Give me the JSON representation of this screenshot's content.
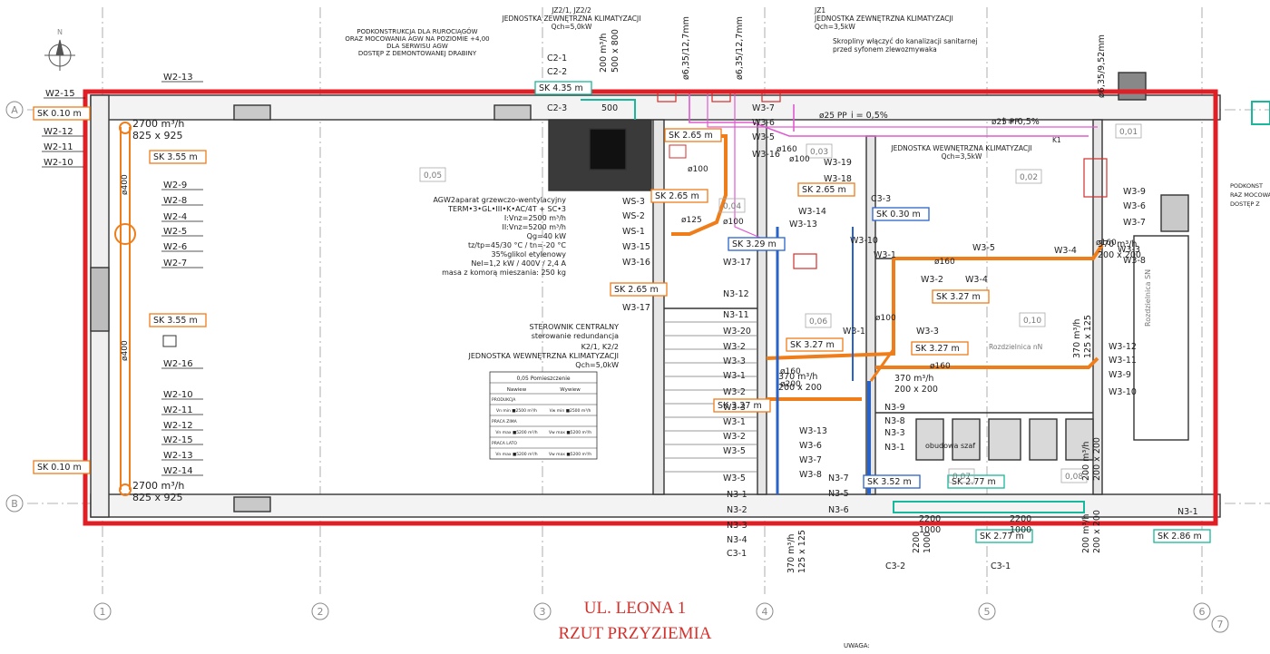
{
  "colors": {
    "ink": "#1d1d1d",
    "grey": "#8a8a8a",
    "orange": "#ef7d1a",
    "teal": "#19b79c",
    "blue": "#2a63c8",
    "magenta": "#e05ad1",
    "red": "#d0312d",
    "frame": "#e01e26"
  },
  "title_street": "UL. LEONA 1",
  "title_plan": "RZUT PRZYZIEMIA",
  "remark": "UWAGA:",
  "north": "N",
  "axes": {
    "rows": [
      "A",
      "B"
    ],
    "cols": [
      "1",
      "2",
      "3",
      "4",
      "5",
      "6",
      "7"
    ]
  },
  "top_notes": {
    "support": [
      "PODKONSTRUKCJA DLA RUROCIĄGÓW",
      "ORAZ MOCOWANIA AGW NA POZIOMIE +4,00",
      "DLA SERWISU AGW",
      "DOSTĘP Z DEMONTOWANEJ DRABINY"
    ],
    "jz22": [
      "JZ2/1, JZ2/2",
      "JEDNOSTKA ZEWNĘTRZNA KLIMATYZACJI",
      "Qch=5,0kW"
    ],
    "jz1": [
      "JZ1",
      "JEDNOSTKA ZEWNĘTRZNA KLIMATYZACJI",
      "Qch=3,5kW"
    ],
    "condensate": [
      "Skropliny włączyć do kanalizacji sanitarnej",
      "przed syfonem zlewozmywaka"
    ],
    "unit_k1": [
      "K1",
      "JEDNOSTKA WEWNĘTRZNA KLIMATYZACJI",
      "Qch=3,5kW"
    ],
    "right_cut": [
      "PODKONST",
      "RAZ MOCOWAN",
      "DOSTĘP Z"
    ],
    "agw": [
      "AGW2aparat grzewczo-wentylacyjny",
      "TERM•3•GL•III•K•AC/4T + SC•3",
      "I:Vnz=2500 m³/h",
      "II:Vnz=5200 m³/h",
      "Qg=40 kW",
      "tz/tp=45/30 °C / tn=-20 °C",
      "35%glikol etylenowy",
      "Nel=1,2 kW / 400V / 2,4 A",
      "masa z komorą mieszania: 250 kg"
    ],
    "controller": [
      "STEROWNIK CENTRALNY",
      "sterowanie redundancja"
    ],
    "unit_k2": [
      "K2/1, K2/2",
      "JEDNOSTKA WEWNĘTRZNA KLIMATYZACJI",
      "Qch=5,0kW"
    ],
    "obudowa": "obudowa szaf",
    "rozdzielnica1": "Rozdzielnica SN",
    "rozdzielnica2": "Rozdzielnica nN"
  },
  "room_labels": [
    "0,05",
    "0,04",
    "0,03",
    "0,02",
    "0,01",
    "0,06",
    "0,10",
    "0,07",
    "0,08"
  ],
  "left_labels": [
    "W2-15",
    "W2-12",
    "W2-11",
    "W2-10",
    "W2-9",
    "W2-8",
    "W2-4",
    "W2-5",
    "W2-6",
    "W2-7",
    "W2-13",
    "W2-16",
    "W2-10",
    "W2-11",
    "W2-12",
    "W2-15",
    "W2-13",
    "W2-14"
  ],
  "sk_tags": [
    "SK 0.10 m",
    "SK 3.55 m",
    "SK 3.55 m",
    "SK 0.10 m",
    "SK 4.35 m",
    "SK 2.65 m",
    "SK 2.65 m",
    "SK 2.65 m",
    "SK 3.29 m",
    "SK 2.65 m",
    "SK 0.30 m",
    "SK 3.27 m",
    "SK 3.27 m",
    "SK 3.27 m",
    "SK 3.27 m",
    "SK 3.52 m",
    "SK 2.77 m",
    "SK 2.77 m",
    "SK 2.86 m"
  ],
  "flows": {
    "top_left": [
      "2700 m³/h",
      "825 x 925"
    ],
    "bottom_left": [
      "2700 m³/h",
      "825 x 925"
    ],
    "diam_left": "ø400",
    "diam_left2": "ø400"
  },
  "mid_labels": [
    "C2-1",
    "C2-2",
    "C2-3",
    "W3-7",
    "W3-6",
    "W3-5",
    "W3-16",
    "W3-19",
    "W3-18",
    "W3-14",
    "W3-13",
    "W3-10",
    "W3-1",
    "W3-2",
    "W3-4",
    "W3-5",
    "W3-4",
    "W3-3",
    "W3-12",
    "W3-11",
    "W3-9",
    "W3-10",
    "WS-3",
    "WS-2",
    "WS-1",
    "W3-15",
    "W3-16",
    "W3-17",
    "N3-12",
    "N3-11",
    "W3-20",
    "W3-2",
    "W3-3",
    "W3-1",
    "W3-2",
    "W3-3",
    "W3-1",
    "W3-2",
    "W3-5",
    "W3-5",
    "W3-13",
    "W3-6",
    "W3-7",
    "W3-8",
    "N3-7",
    "N3-5",
    "N3-6",
    "N3-1",
    "N3-2",
    "N3-3",
    "N3-4",
    "C3-1",
    "N3-9",
    "N3-8",
    "N3-3",
    "N3-1",
    "C3-3",
    "C3-2",
    "C3-1",
    "W3-9",
    "W3-6",
    "W3-7",
    "W3-8",
    "W3-3",
    "W3-1",
    "N3-1",
    "W3-17"
  ],
  "diam_labels": [
    "ø100",
    "ø100",
    "ø125",
    "ø160",
    "ø160",
    "ø160",
    "ø160",
    "ø200",
    "ø25 PP",
    "ø25 PP",
    "ø100",
    "ø100",
    "ø160"
  ],
  "dim_values": [
    "370 m³/h",
    "200 x 200",
    "200 m³/h",
    "500 x 800",
    "500",
    "370 m³/h",
    "200 x 200",
    "2200",
    "1000",
    "2200",
    "1000",
    "2200",
    "1000",
    "200 m³/h",
    "200 x 200",
    "200 m³/h",
    "200 x 200",
    "370 m³/h",
    "200 x 200",
    "370 m³/h",
    "125 x 125",
    "370 m³/h",
    "125 x 125",
    "ø6,35/12,7mm",
    "ø6,35/12,7mm",
    "ø6,35/9,52mm",
    "i = 0,5%",
    "i = 0,5%"
  ],
  "table": {
    "title": "0,05 Pomieszczenie",
    "head": [
      "Nawiew",
      "Wywiew"
    ],
    "rows": [
      [
        "PRODUKCJA",
        ""
      ],
      [
        "Vn min ■2500 m³/h",
        "Vw min ■2500 m³/h"
      ],
      [
        "PRACA ZIMA",
        ""
      ],
      [
        "Vn max ■5200 m³/h",
        "Vw max ■5200 m³/h"
      ],
      [
        "PRACA LATO",
        ""
      ],
      [
        "Vn max ■5200 m³/h",
        "Vw max ■5200 m³/h"
      ]
    ]
  }
}
